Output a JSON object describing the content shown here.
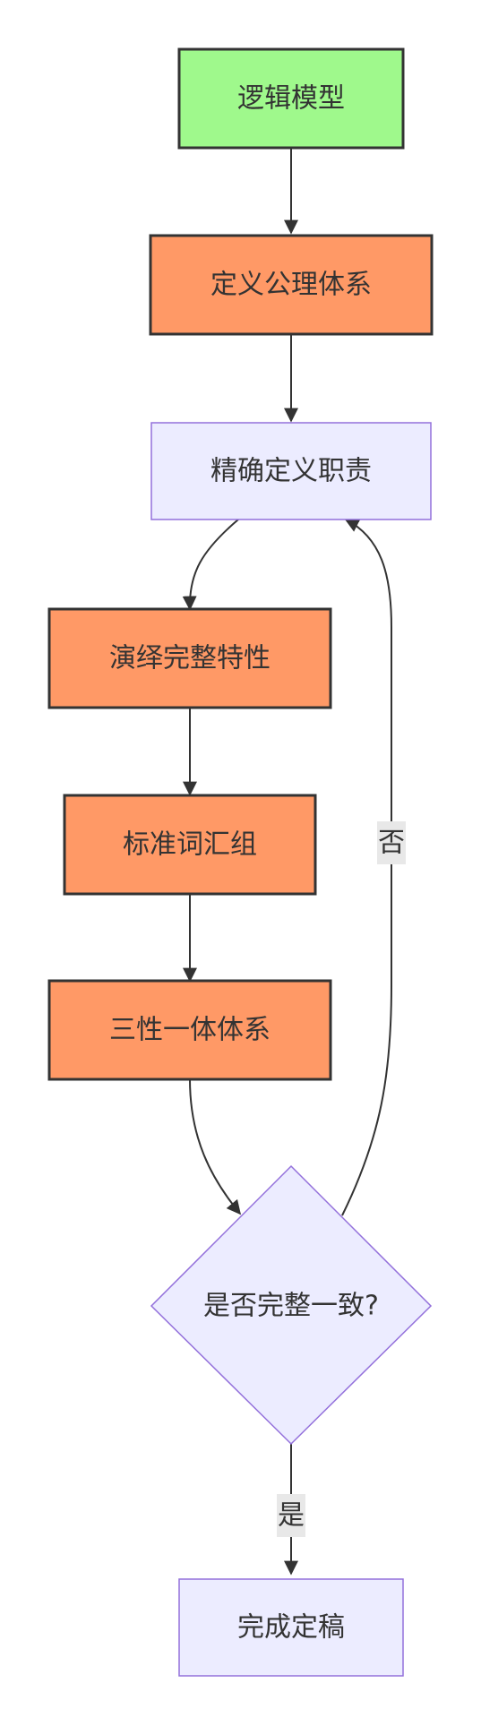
{
  "colors": {
    "start": "#9ff98c",
    "process": "#ff9966",
    "default": "#ececff",
    "default_border": "#9370db",
    "dark_border": "#333333",
    "edge": "#333333",
    "edge_label_bg": "#e8e8e8",
    "text": "#333333"
  },
  "nodes": {
    "logic_model": {
      "label": "逻辑模型",
      "style": "start"
    },
    "axiom_system": {
      "label": "定义公理体系",
      "style": "process"
    },
    "define_duties": {
      "label": "精确定义职责",
      "style": "default"
    },
    "deduce_properties": {
      "label": "演绎完整特性",
      "style": "process"
    },
    "standard_vocab": {
      "label": "标准词汇组",
      "style": "process"
    },
    "trinity_system": {
      "label": "三性一体体系",
      "style": "process"
    },
    "check_complete": {
      "label": "是否完整一致?",
      "style": "decision"
    },
    "finalize": {
      "label": "完成定稿",
      "style": "default"
    }
  },
  "edges": [
    {
      "from": "logic_model",
      "to": "axiom_system",
      "label": ""
    },
    {
      "from": "axiom_system",
      "to": "define_duties",
      "label": ""
    },
    {
      "from": "define_duties",
      "to": "deduce_properties",
      "label": ""
    },
    {
      "from": "deduce_properties",
      "to": "standard_vocab",
      "label": ""
    },
    {
      "from": "standard_vocab",
      "to": "trinity_system",
      "label": ""
    },
    {
      "from": "trinity_system",
      "to": "check_complete",
      "label": ""
    },
    {
      "from": "check_complete",
      "to": "define_duties",
      "label": "否"
    },
    {
      "from": "check_complete",
      "to": "finalize",
      "label": "是"
    }
  ]
}
